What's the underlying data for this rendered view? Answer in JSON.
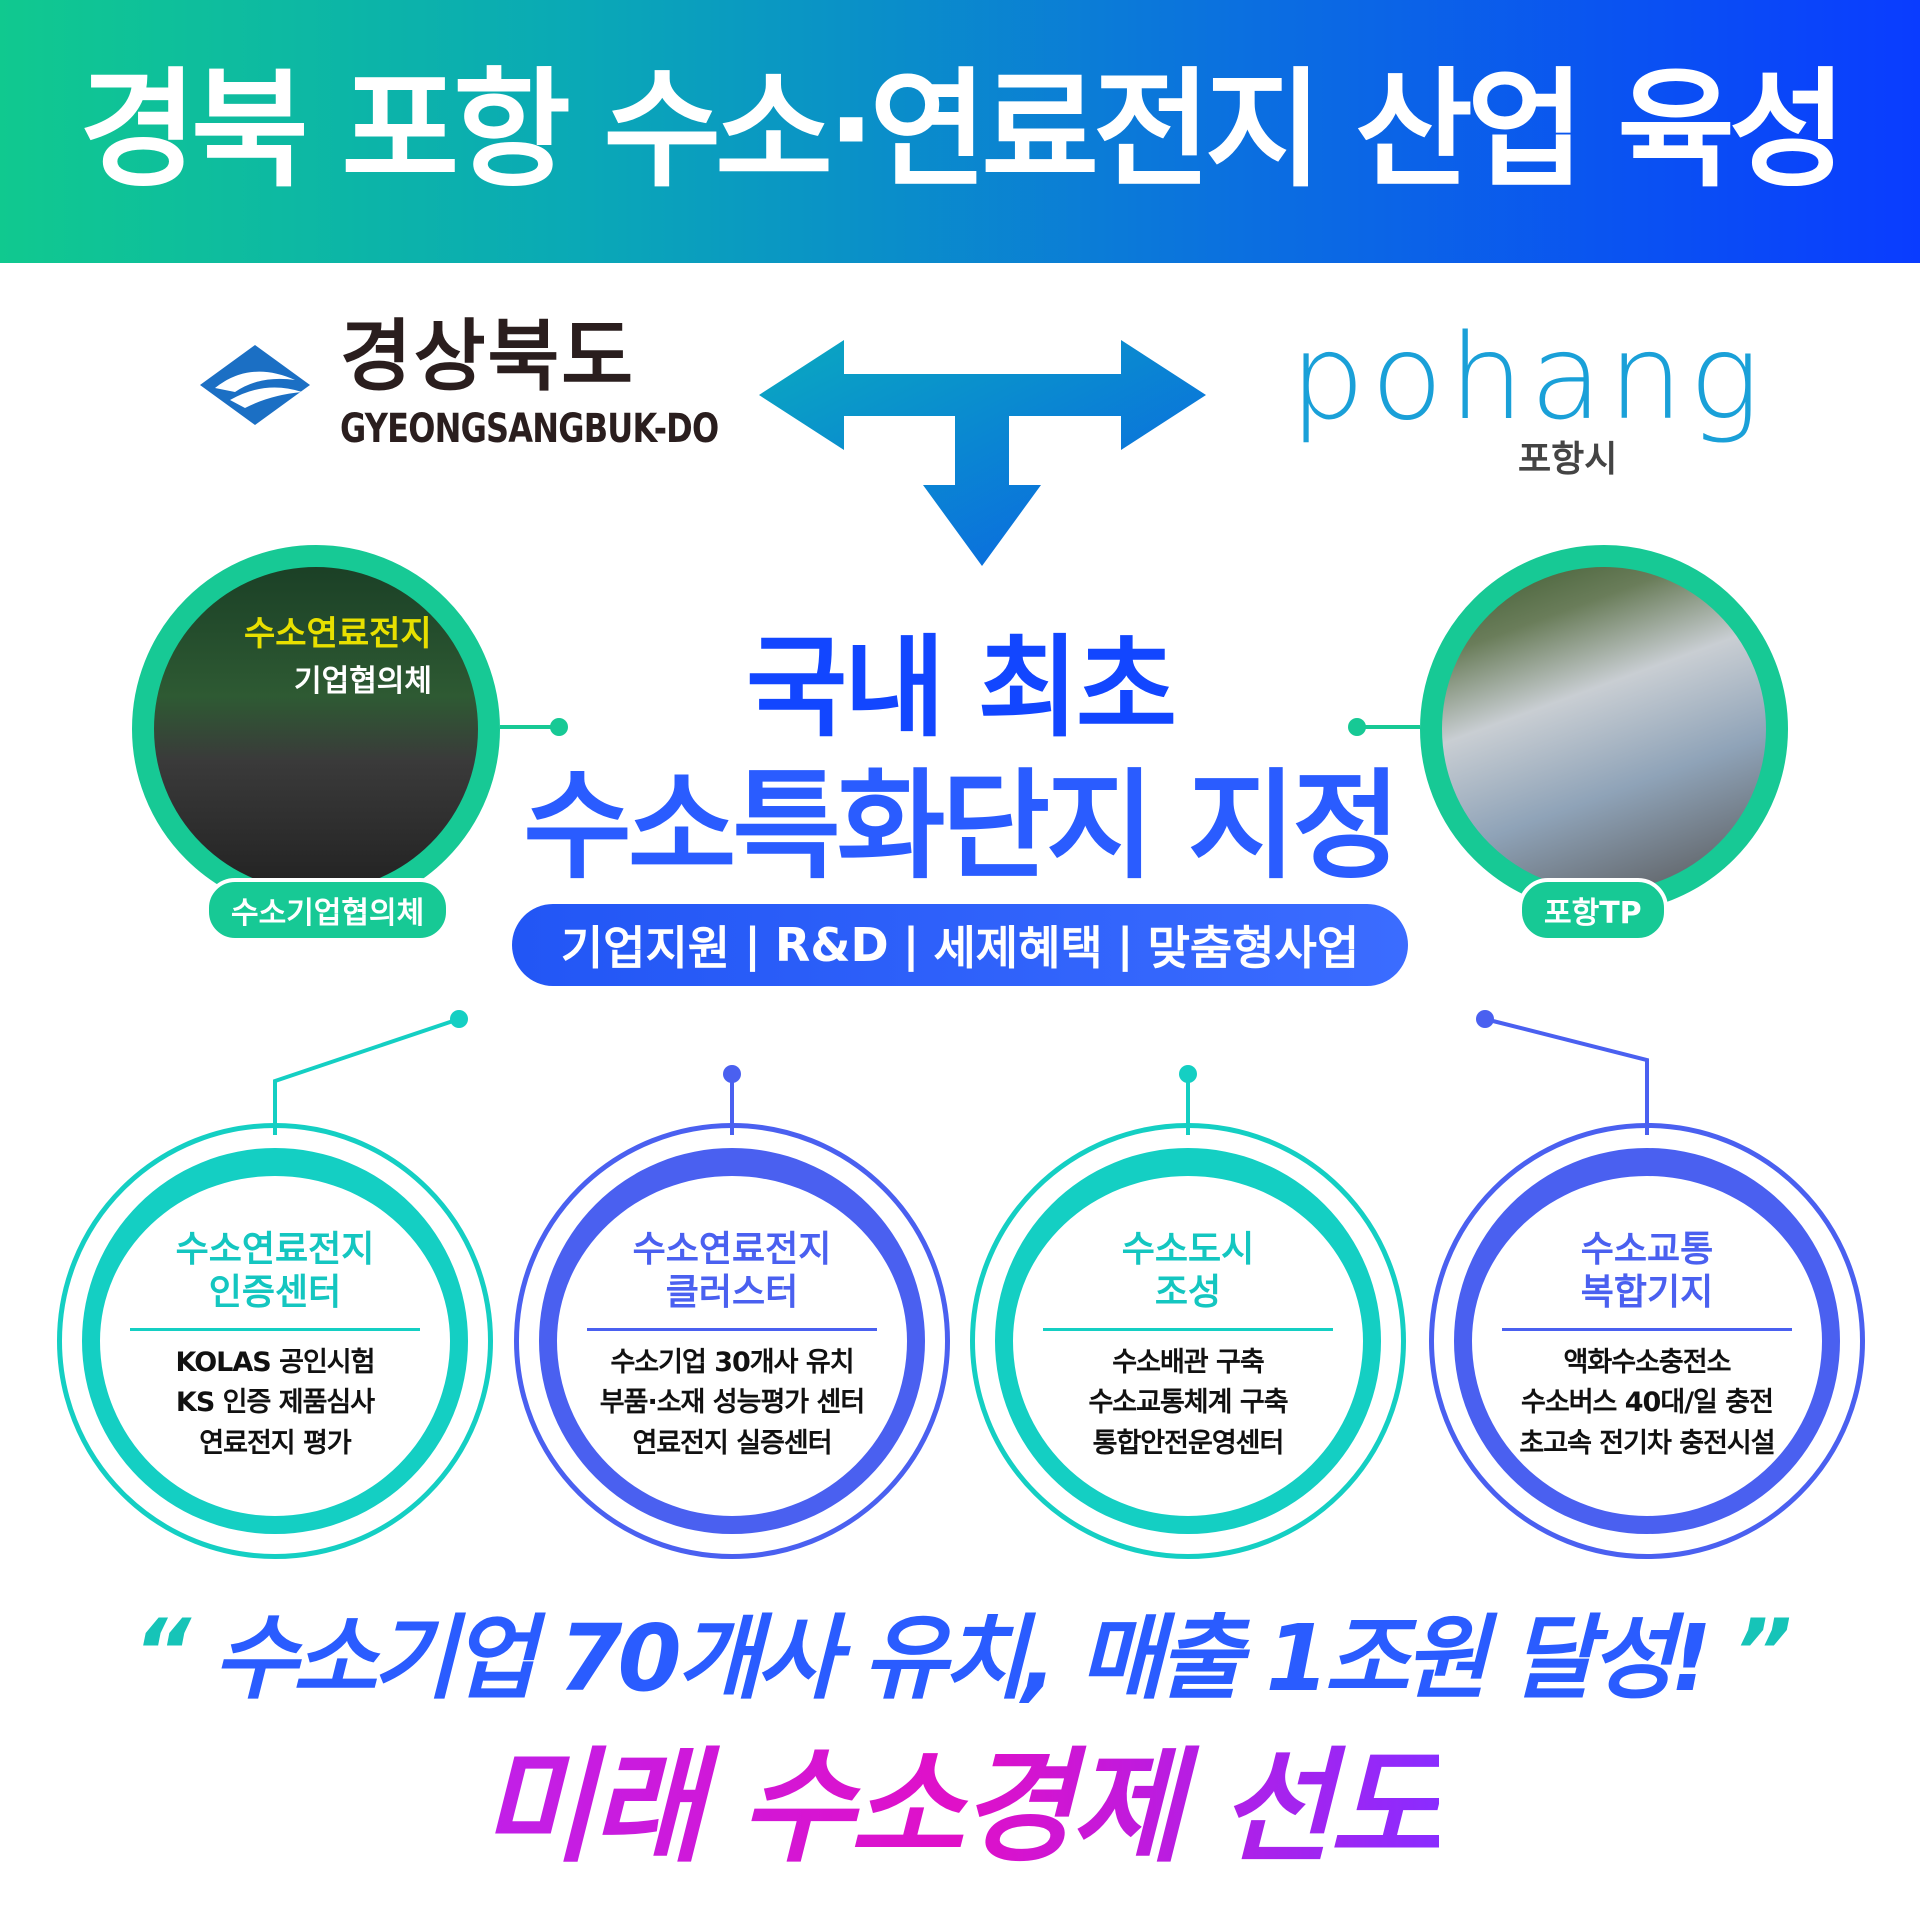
{
  "header": {
    "title": "경북 포항 수소·연료전지 산업 육성"
  },
  "logos": {
    "gyeongbuk": {
      "ko": "경상북도",
      "en": "GYEONGSANGBUK-DO"
    },
    "pohang": {
      "en": "pohang",
      "ko": "포항시"
    }
  },
  "photos": {
    "left": {
      "tag": "수소기업협의체",
      "caption_line1": "수소연료전지",
      "caption_line2": "기업협의체"
    },
    "right": {
      "tag": "포항TP"
    }
  },
  "main": {
    "title_line1": "국내 최초",
    "title_line2": "수소특화단지 지정",
    "pill": [
      "기업지원",
      "R&D",
      "세제혜택",
      "맞춤형사업"
    ],
    "pill_separator": "|"
  },
  "circles": [
    {
      "title": [
        "수소연료전지",
        "인증센터"
      ],
      "items": [
        "KOLAS 공인시험",
        "KS 인증 제품심사",
        "연료전지 평가"
      ],
      "color": "#14cfc3"
    },
    {
      "title": [
        "수소연료전지",
        "클러스터"
      ],
      "items": [
        "수소기업 30개사 유치",
        "부품·소재 성능평가 센터",
        "연료전지 실증센터"
      ],
      "color": "#4a60f0"
    },
    {
      "title": [
        "수소도시",
        "조성"
      ],
      "items": [
        "수소배관 구축",
        "수소교통체계 구축",
        "통합안전운영센터"
      ],
      "color": "#14cfc3"
    },
    {
      "title": [
        "수소교통",
        "복합기지"
      ],
      "items": [
        "액화수소충전소",
        "수소버스 40대/일 충전",
        "초고속 전기차 충전시설"
      ],
      "color": "#4a60f0"
    }
  ],
  "footer": {
    "quote_open": "“",
    "quote": "수소기업 70개사 유치, 매출 1조원 달성!",
    "quote_close": "”",
    "slogan": "미래 수소경제 선도"
  },
  "colors": {
    "teal": "#14cfc3",
    "green": "#17c995",
    "blue": "#1246ff",
    "violet": "#4a60f0",
    "magenta": "#e010c8"
  }
}
